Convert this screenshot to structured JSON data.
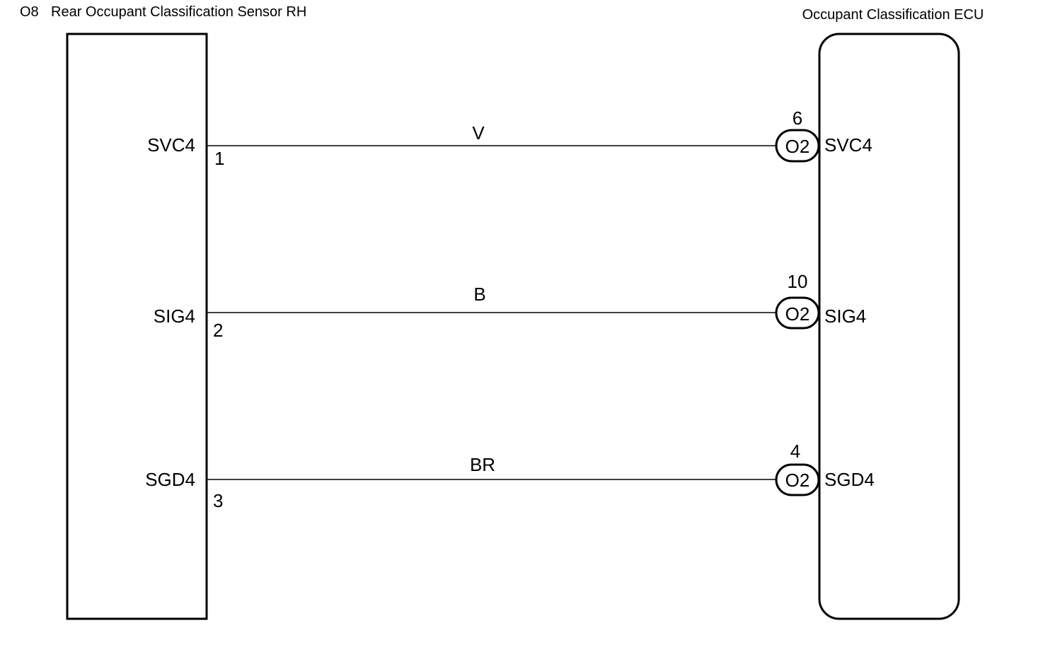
{
  "left_component": {
    "code": "O8",
    "name": "Rear Occupant Classification Sensor RH"
  },
  "right_component": {
    "name": "Occupant Classification ECU"
  },
  "connections": [
    {
      "left_terminal": "SVC4",
      "left_pin": "1",
      "wire_color": "V",
      "connector": "O2",
      "right_pin": "6",
      "right_terminal": "SVC4"
    },
    {
      "left_terminal": "SIG4",
      "left_pin": "2",
      "wire_color": "B",
      "connector": "O2",
      "right_pin": "10",
      "right_terminal": "SIG4"
    },
    {
      "left_terminal": "SGD4",
      "left_pin": "3",
      "wire_color": "BR",
      "connector": "O2",
      "right_pin": "4",
      "right_terminal": "SGD4"
    }
  ]
}
